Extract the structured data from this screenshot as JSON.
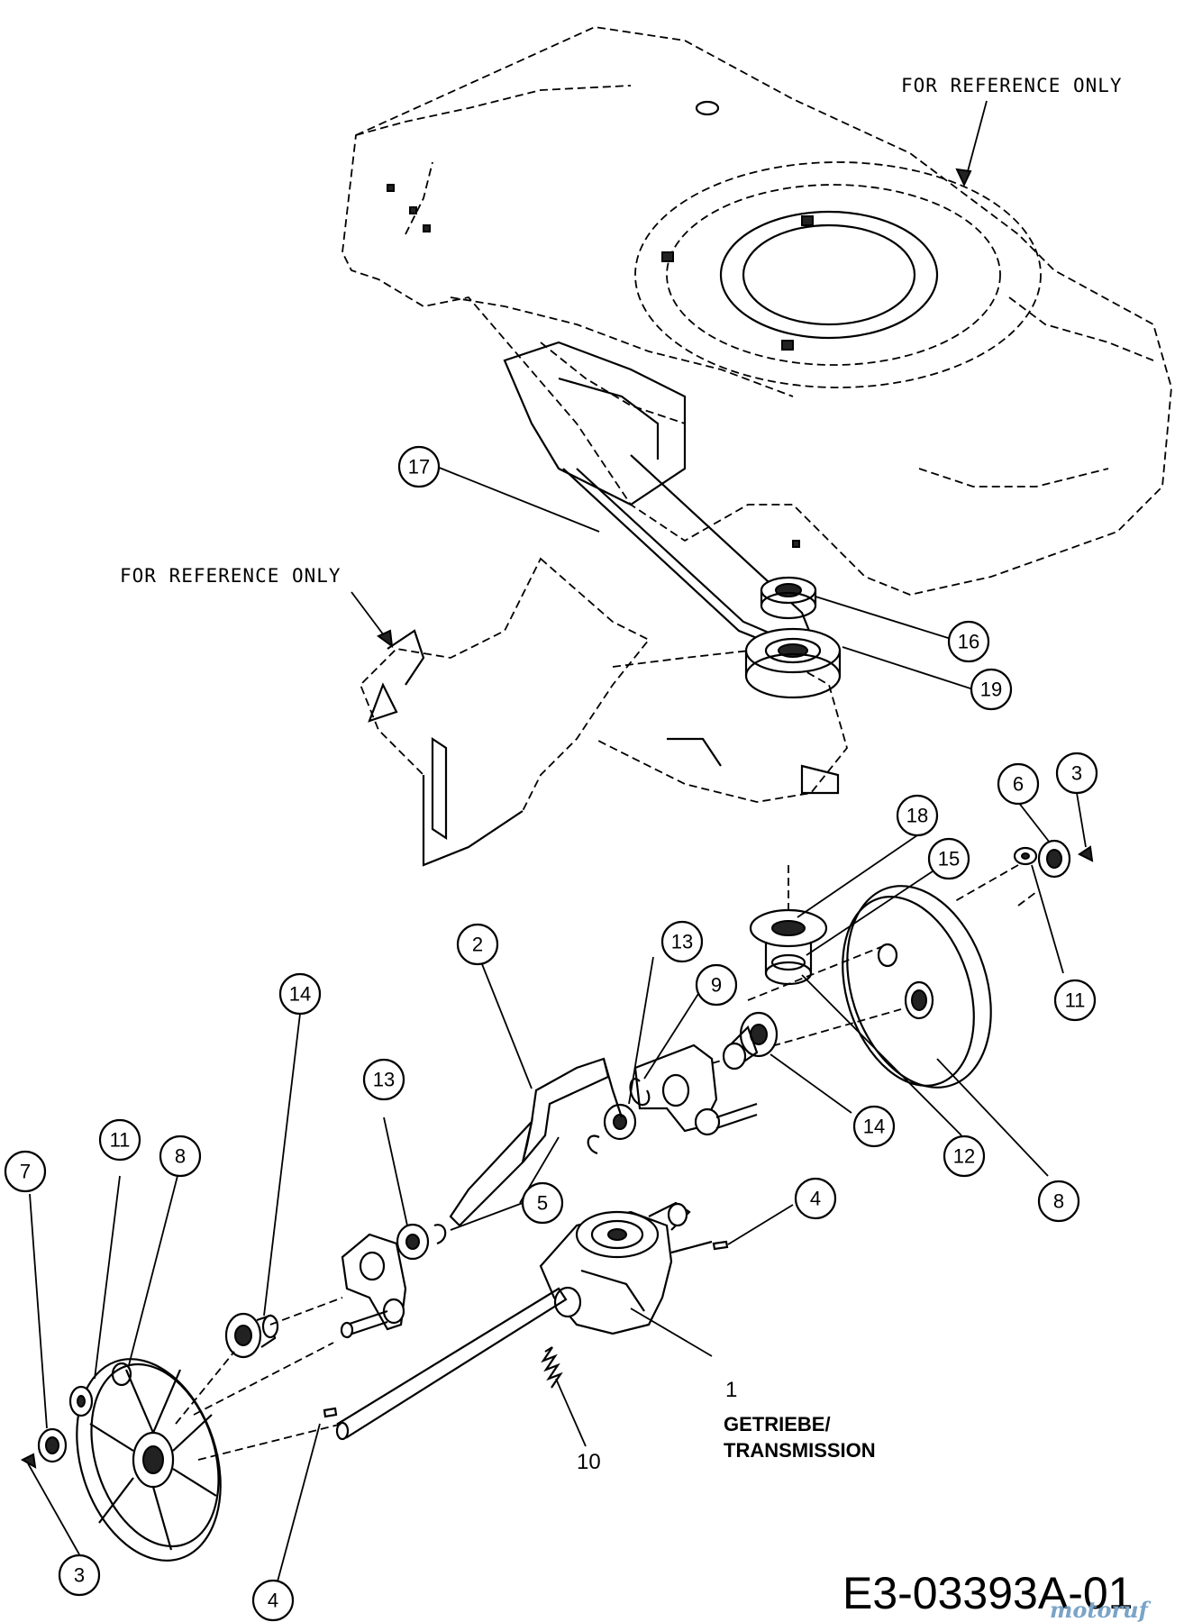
{
  "reference_labels": [
    "FOR REFERENCE ONLY",
    "FOR REFERENCE ONLY"
  ],
  "callouts": [
    {
      "id": "c17",
      "label": "17"
    },
    {
      "id": "c16",
      "label": "16"
    },
    {
      "id": "c19",
      "label": "19"
    },
    {
      "id": "c6",
      "label": "6"
    },
    {
      "id": "c3a",
      "label": "3"
    },
    {
      "id": "c18",
      "label": "18"
    },
    {
      "id": "c15",
      "label": "15"
    },
    {
      "id": "c2",
      "label": "2"
    },
    {
      "id": "c13a",
      "label": "13"
    },
    {
      "id": "c9",
      "label": "9"
    },
    {
      "id": "c11a",
      "label": "11"
    },
    {
      "id": "c14a",
      "label": "14"
    },
    {
      "id": "c13b",
      "label": "13"
    },
    {
      "id": "c14b",
      "label": "14"
    },
    {
      "id": "c12",
      "label": "12"
    },
    {
      "id": "c8a",
      "label": "8"
    },
    {
      "id": "c11b",
      "label": "11"
    },
    {
      "id": "c8b",
      "label": "8"
    },
    {
      "id": "c7",
      "label": "7"
    },
    {
      "id": "c5",
      "label": "5"
    },
    {
      "id": "c4a",
      "label": "4"
    },
    {
      "id": "c3b",
      "label": "3"
    },
    {
      "id": "c4b",
      "label": "4"
    }
  ],
  "plain_labels": {
    "part_1": "1",
    "part_10": "10",
    "transmission_line1": "GETRIEBE/",
    "transmission_line2": "TRANSMISSION"
  },
  "drawing_code": "E3-03393A-01",
  "watermark": "motoruf"
}
